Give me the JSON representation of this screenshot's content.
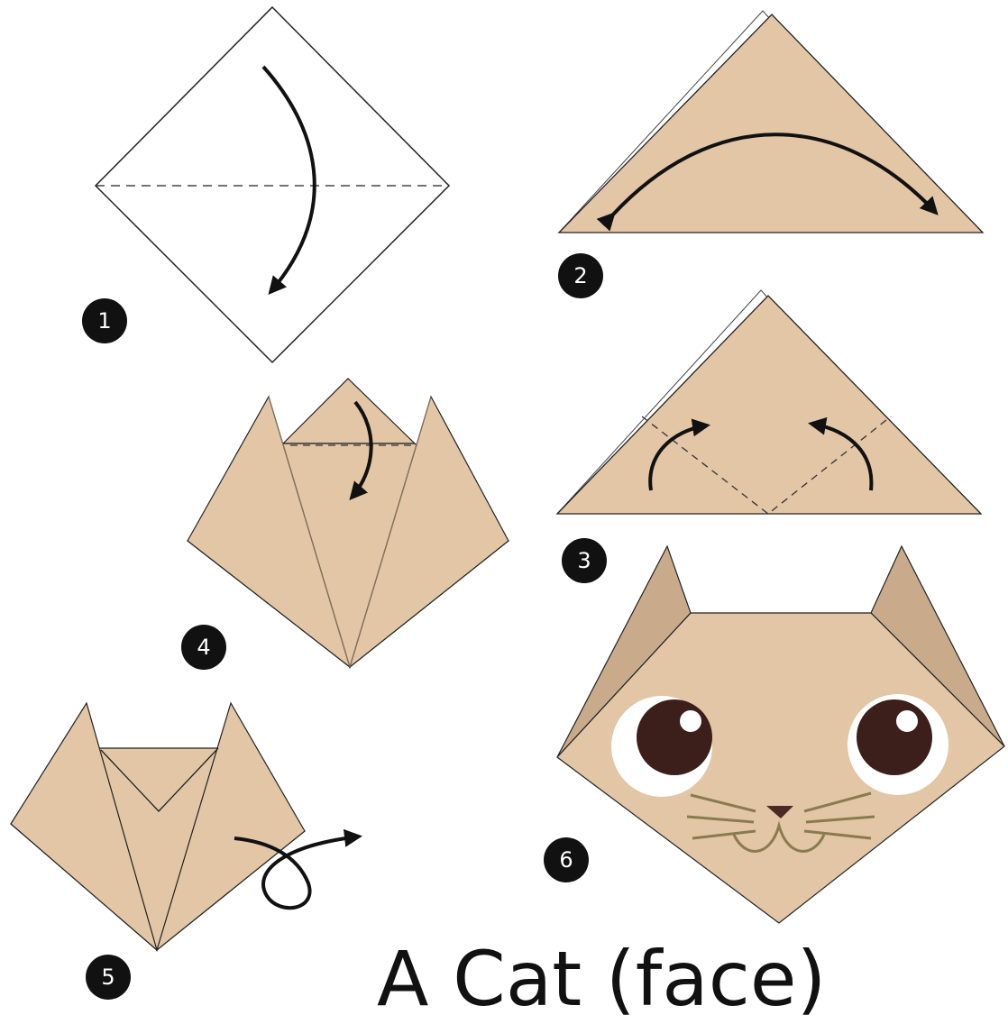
{
  "title": "A Cat (face)",
  "steps": [
    {
      "number": "1"
    },
    {
      "number": "2"
    },
    {
      "number": "3"
    },
    {
      "number": "4"
    },
    {
      "number": "5"
    },
    {
      "number": "6"
    }
  ],
  "colors": {
    "paper": "#e2c6a6",
    "paper_shade": "#c9ab8c",
    "badge": "#111111",
    "eye_white": "#ffffff",
    "pupil": "#3c1f1a",
    "nose": "#4a2a22",
    "whisker": "#8a7a52"
  },
  "icons": [
    "curved-arrow-icon",
    "double-arrow-icon",
    "loop-arrow-icon"
  ]
}
